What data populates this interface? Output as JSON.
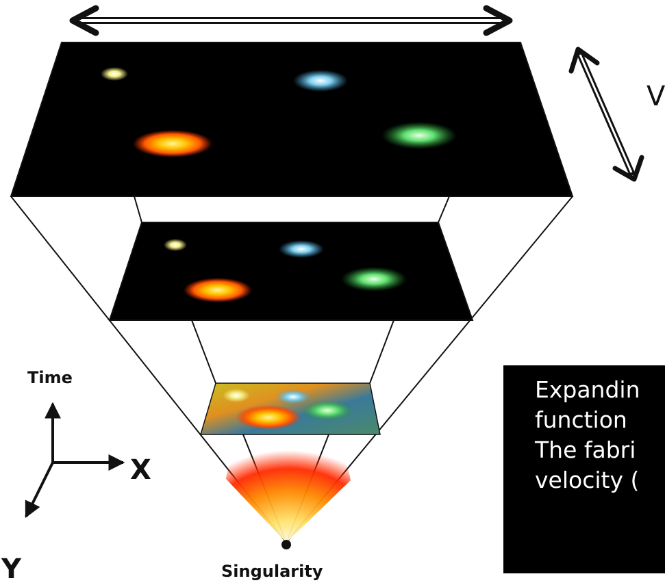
{
  "diagram": {
    "axes": {
      "time": "Time",
      "x": "X",
      "y": "Y"
    },
    "singularity_label": "Singularity",
    "v_label": "V",
    "caption_lines": [
      "Expandin",
      "function",
      "The fabri",
      "velocity ("
    ]
  },
  "colors": {
    "background": "#ffffff",
    "slab": "#000000",
    "galaxy_yellow": "#f5f08a",
    "galaxy_blue": "#7fd0f0",
    "galaxy_orange": "#ff8a00",
    "galaxy_green": "#5fe070",
    "fireball": "#ff2a00"
  }
}
